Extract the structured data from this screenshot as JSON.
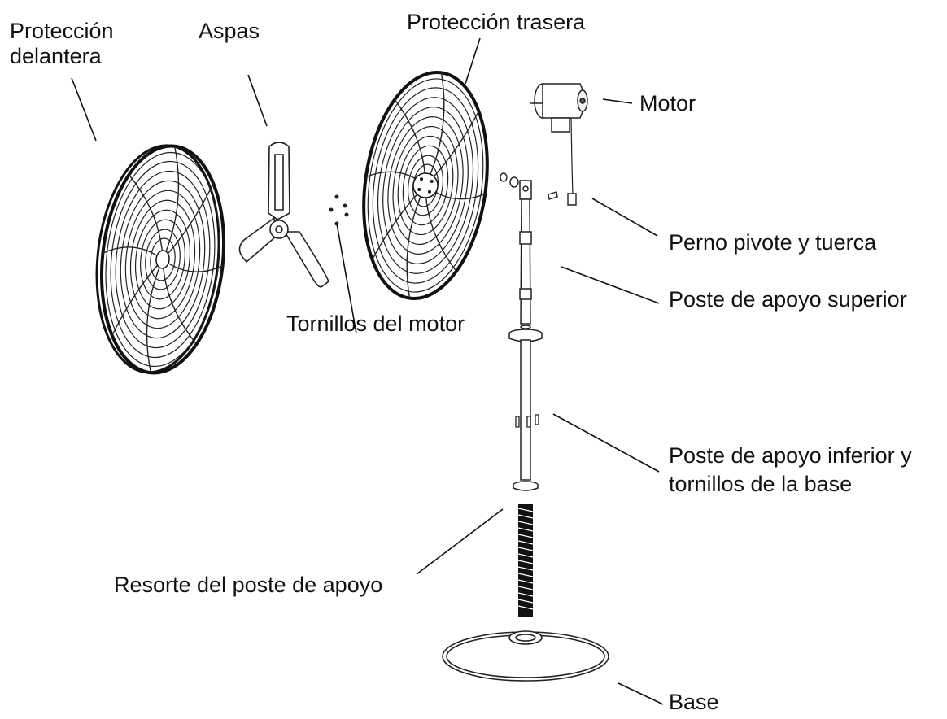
{
  "labels": {
    "front_guard_line1": "Protección",
    "front_guard_line2": "delantera",
    "blades": "Aspas",
    "rear_guard": "Protección trasera",
    "motor": "Motor",
    "pivot_bolt": "Perno pivote y tuerca",
    "upper_pole": "Poste de apoyo superior",
    "motor_screws": "Tornillos del motor",
    "lower_pole_line1": "Poste de apoyo inferior y",
    "lower_pole_line2": "tornillos de la base",
    "spring": "Resorte del poste de apoyo",
    "base": "Base"
  },
  "colors": {
    "ink": "#111111",
    "background": "#ffffff"
  }
}
